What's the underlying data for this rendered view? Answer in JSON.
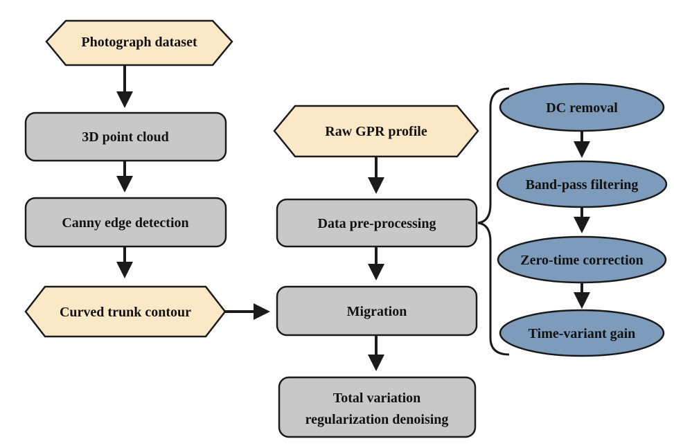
{
  "colors": {
    "hexagon_fill": "#fbe8c7",
    "rect_fill": "#c8c8c8",
    "ellipse_fill": "#7d9bba",
    "stroke": "#1a1a1a"
  },
  "left_column": {
    "photograph_dataset": "Photograph dataset",
    "point_cloud": "3D point cloud",
    "canny_edge": "Canny edge detection",
    "curved_trunk": "Curved trunk contour"
  },
  "middle_column": {
    "raw_gpr": "Raw GPR profile",
    "pre_processing": "Data pre-processing",
    "migration": "Migration",
    "tv_line1": "Total variation",
    "tv_line2": "regularization denoising"
  },
  "right_column": {
    "dc_removal": "DC removal",
    "band_pass": "Band-pass filtering",
    "zero_time": "Zero-time correction",
    "time_gain": "Time-variant gain"
  }
}
